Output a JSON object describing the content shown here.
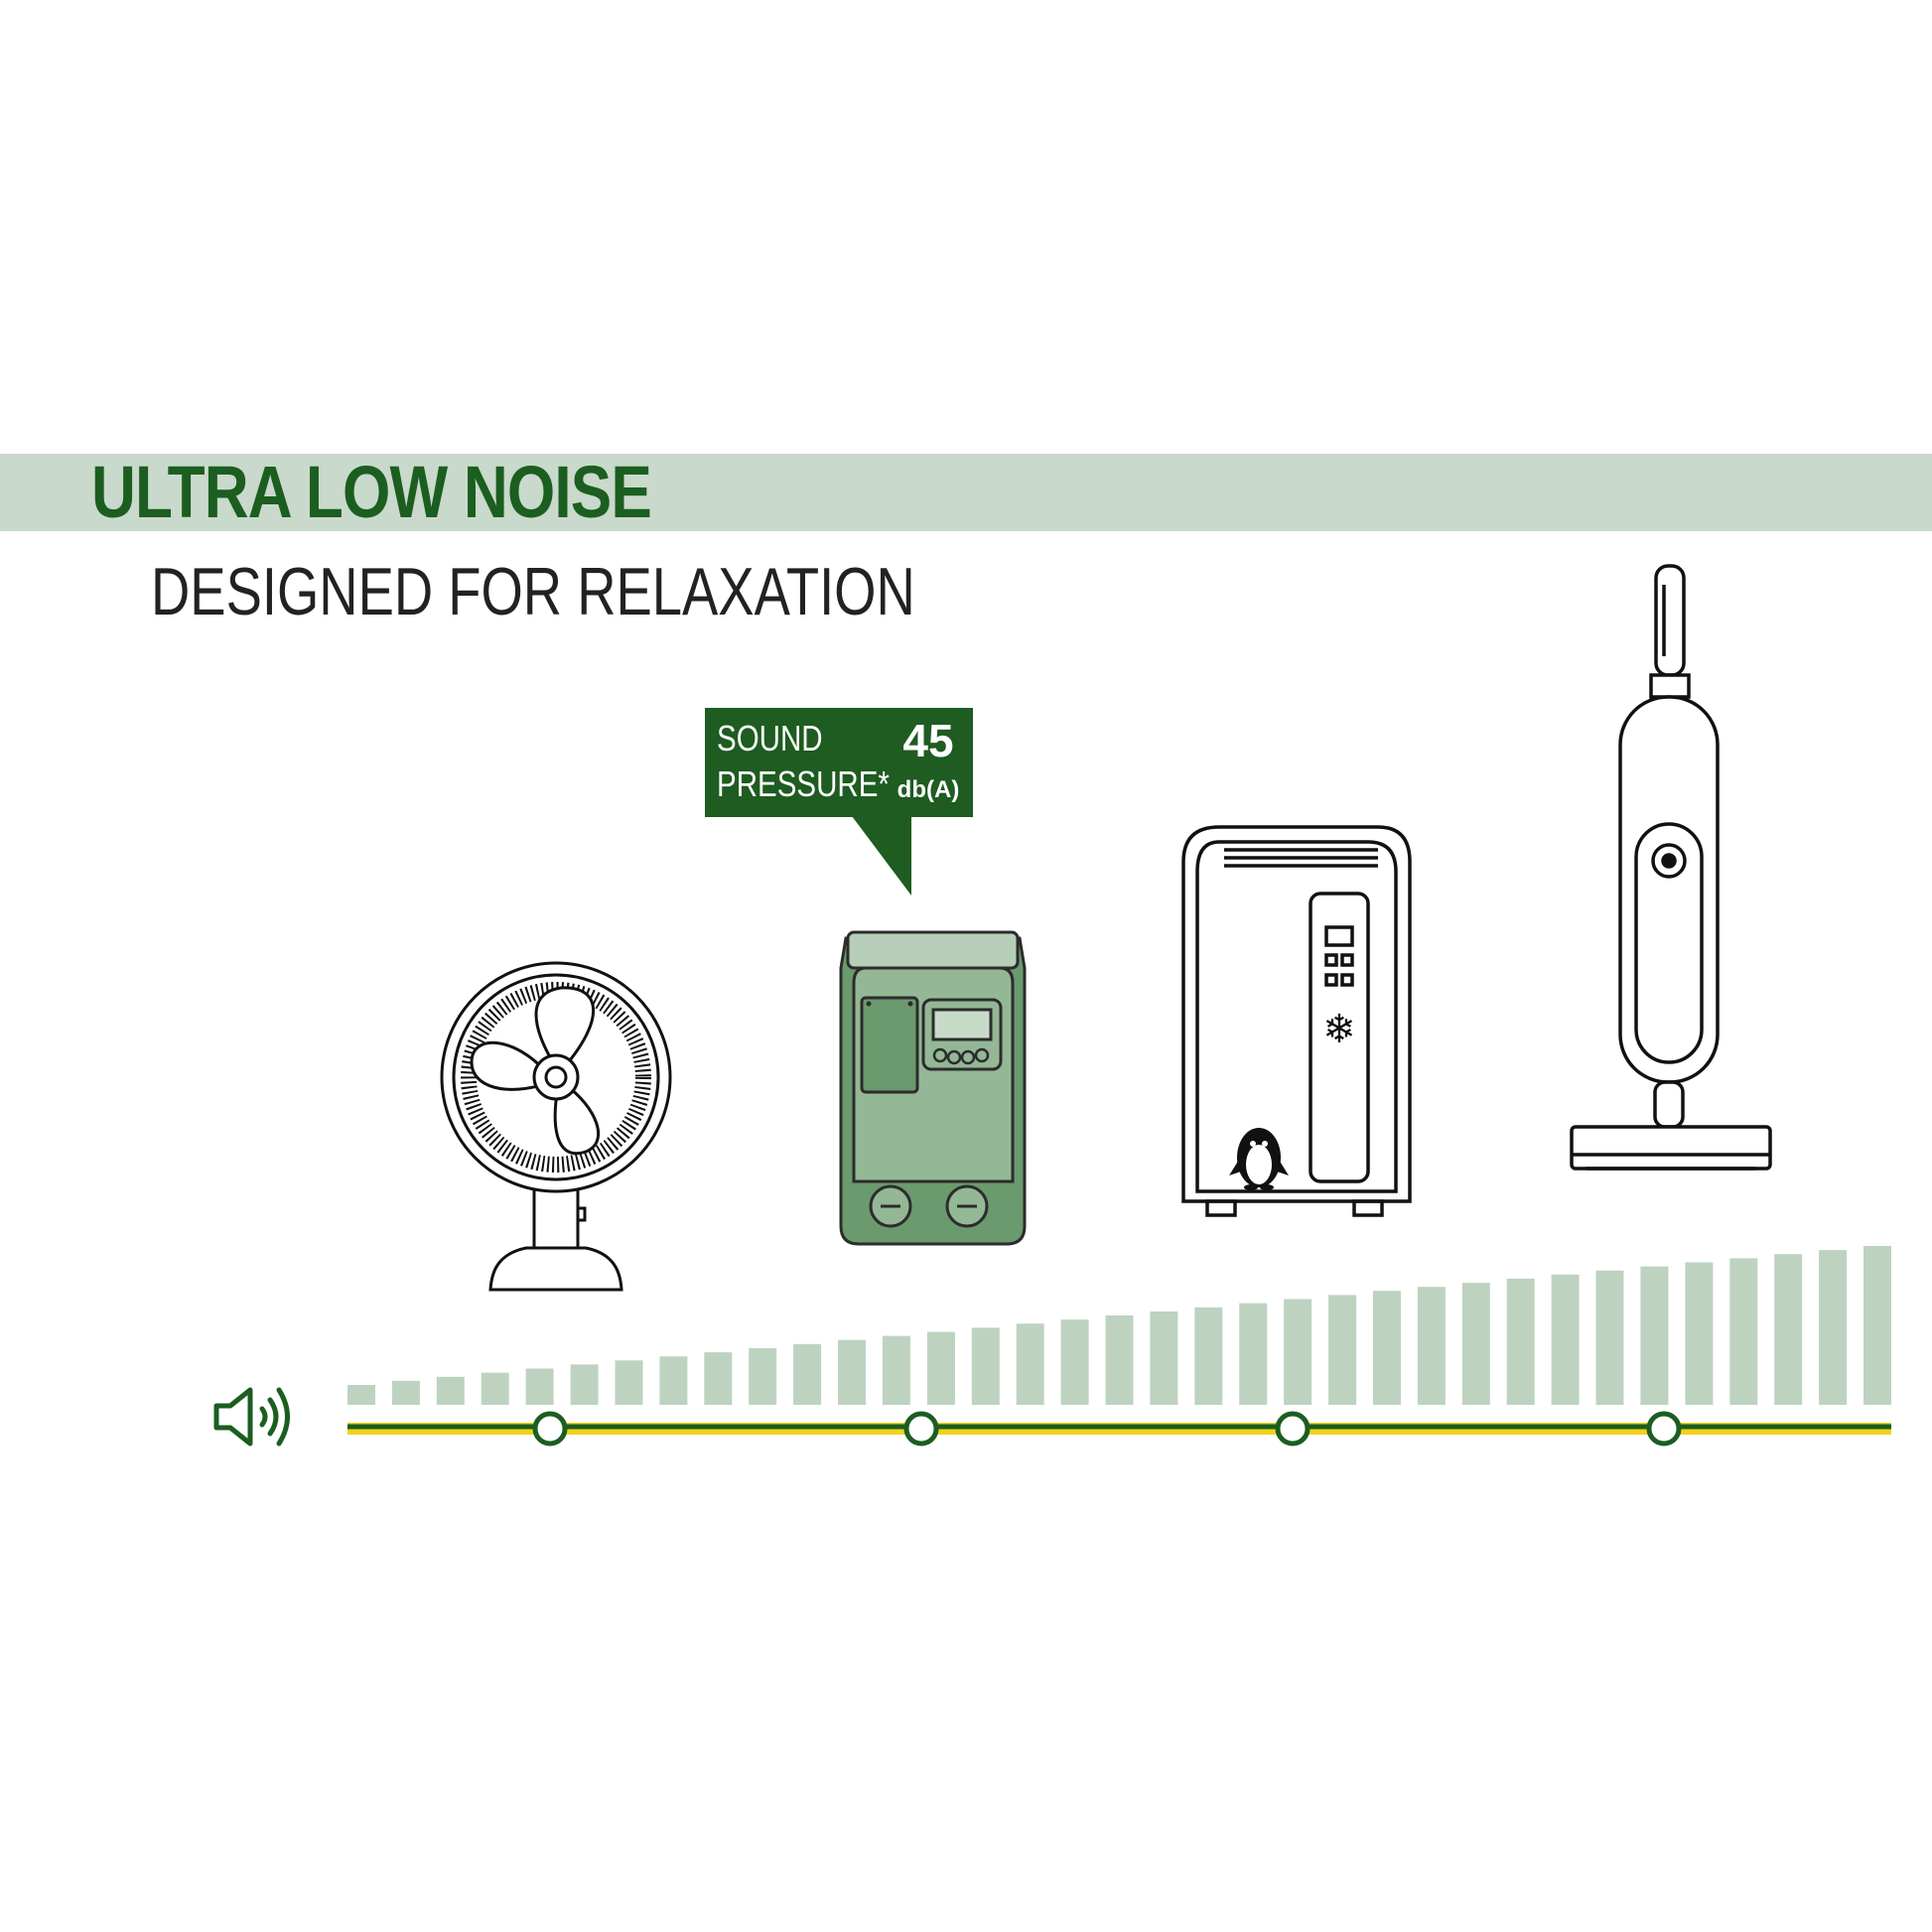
{
  "header": {
    "title": "ULTRA LOW NOISE",
    "subtitle": "DESIGNED FOR RELAXATION"
  },
  "callout": {
    "label": "SOUND\nPRESSURE*",
    "value": "45",
    "unit": "db(A)"
  },
  "appliances": [
    {
      "icon": "desk-fan-icon"
    },
    {
      "icon": "pump-unit-icon"
    },
    {
      "icon": "portable-air-conditioner-icon"
    },
    {
      "icon": "vacuum-cleaner-icon"
    }
  ],
  "scale": {
    "icon": "speaker-volume-icon",
    "bar_count": 35,
    "marker_count": 4
  },
  "colors": {
    "brand_green": "#1b5e20",
    "band": "#c9d9cb",
    "bars": "#bdd3c0",
    "scale_line_yellow": "#f2d21a",
    "pump_body": "#6a9a6d"
  }
}
